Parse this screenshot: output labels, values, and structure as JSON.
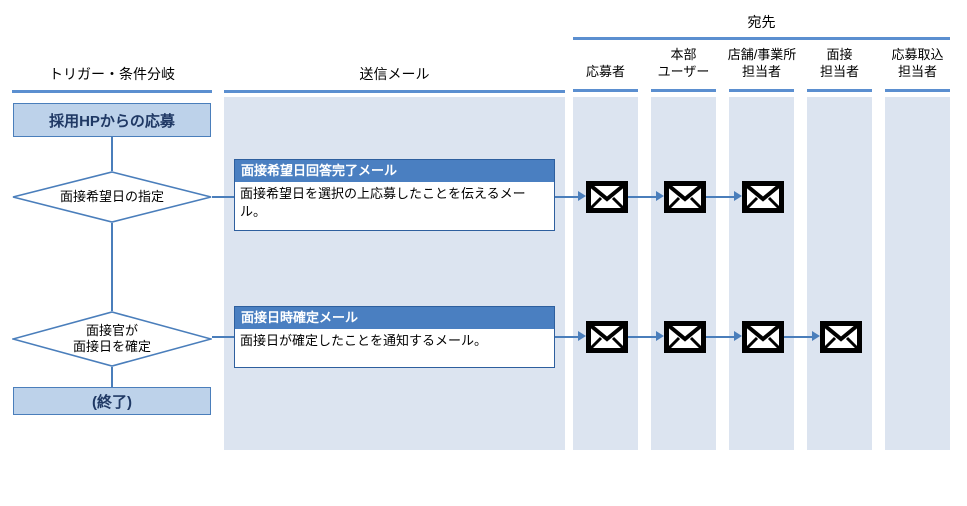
{
  "sections": {
    "trigger": {
      "label": "トリガー・条件分岐"
    },
    "mail": {
      "label": "送信メール"
    },
    "recipients_group": {
      "label": "宛先"
    }
  },
  "recipient_columns": [
    {
      "id": "applicant",
      "label": "応募者",
      "line2": ""
    },
    {
      "id": "hq-user",
      "label": "本部",
      "line2": "ユーザー"
    },
    {
      "id": "store-office",
      "label": "店舗/事業所",
      "line2": "担当者"
    },
    {
      "id": "interview-staff",
      "label": "面接",
      "line2": "担当者"
    },
    {
      "id": "application-intake",
      "label": "応募取込",
      "line2": "担当者"
    }
  ],
  "flow": {
    "start_box": {
      "label": "採用HPからの応募"
    },
    "end_box": {
      "label": "(終了)"
    },
    "decisions": [
      {
        "id": "interview-date-request",
        "label": "面接希望日の指定"
      },
      {
        "id": "interviewer-confirms",
        "label": "面接官が\n面接日を確定"
      }
    ]
  },
  "mails": [
    {
      "id": "interview-date-reply-complete",
      "title": "面接希望日回答完了メール",
      "body": "面接希望日を選択の上応募したことを伝えるメール。",
      "recipients": [
        "applicant",
        "hq-user",
        "store-office"
      ]
    },
    {
      "id": "interview-datetime-confirmed",
      "title": "面接日時確定メール",
      "body": "面接日が確定したことを通知するメール。",
      "recipients": [
        "applicant",
        "hq-user",
        "store-office",
        "interview-staff"
      ]
    }
  ],
  "icons": {
    "envelope": "envelope-icon"
  },
  "colors": {
    "band": "#dce4f0",
    "rule": "#5b8fd0",
    "box_fill": "#bdd2ea",
    "box_border": "#4a7ebb",
    "mail_header": "#4a7fc1",
    "connector": "#4a7ebb",
    "box_text": "#1f3864"
  }
}
